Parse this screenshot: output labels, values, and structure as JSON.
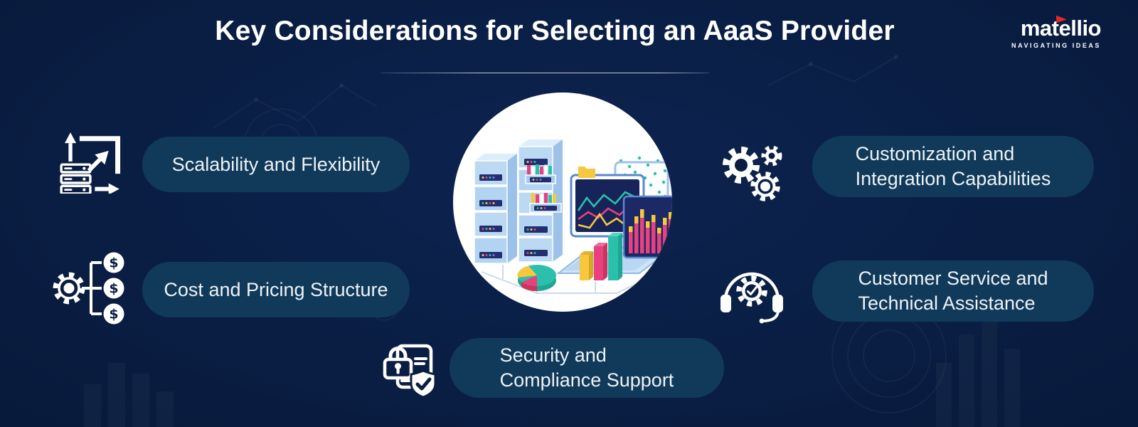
{
  "page": {
    "title": "Key Considerations for Selecting an AaaS Provider"
  },
  "brand": {
    "name": "matellio",
    "tagline": "NAVIGATING IDEAS",
    "flag_color": "#e42a26"
  },
  "items": {
    "scalability": {
      "label": "Scalability and Flexibility",
      "icon": "scale-expand-icon"
    },
    "cost": {
      "label": "Cost and Pricing Structure",
      "icon": "gear-dollar-tree-icon"
    },
    "customization": {
      "line1": "Customization and",
      "line2": "Integration Capabilities",
      "icon": "gears-icon"
    },
    "support": {
      "line1": "Customer Service and",
      "line2": "Technical Assistance",
      "icon": "headset-gear-icon"
    },
    "security": {
      "line1": "Security and",
      "line2": "Compliance Support",
      "icon": "document-lock-shield-icon"
    }
  },
  "center_illustration": {
    "description": "Isometric data servers with open file drawers, laptop with analytics line and bar charts, pie chart and 3D bar chart",
    "colors": {
      "teal": "#2bc0ab",
      "pink": "#e8417e",
      "yellow": "#f7c73d",
      "light_blue": "#bcd9f4",
      "screen_navy": "#16245a",
      "circle_bg": "#ffffff"
    }
  },
  "colors": {
    "background": "#0a1e44",
    "pill": "#113a5a",
    "title_text": "#ffffff",
    "pill_text": "#eef2f7"
  }
}
